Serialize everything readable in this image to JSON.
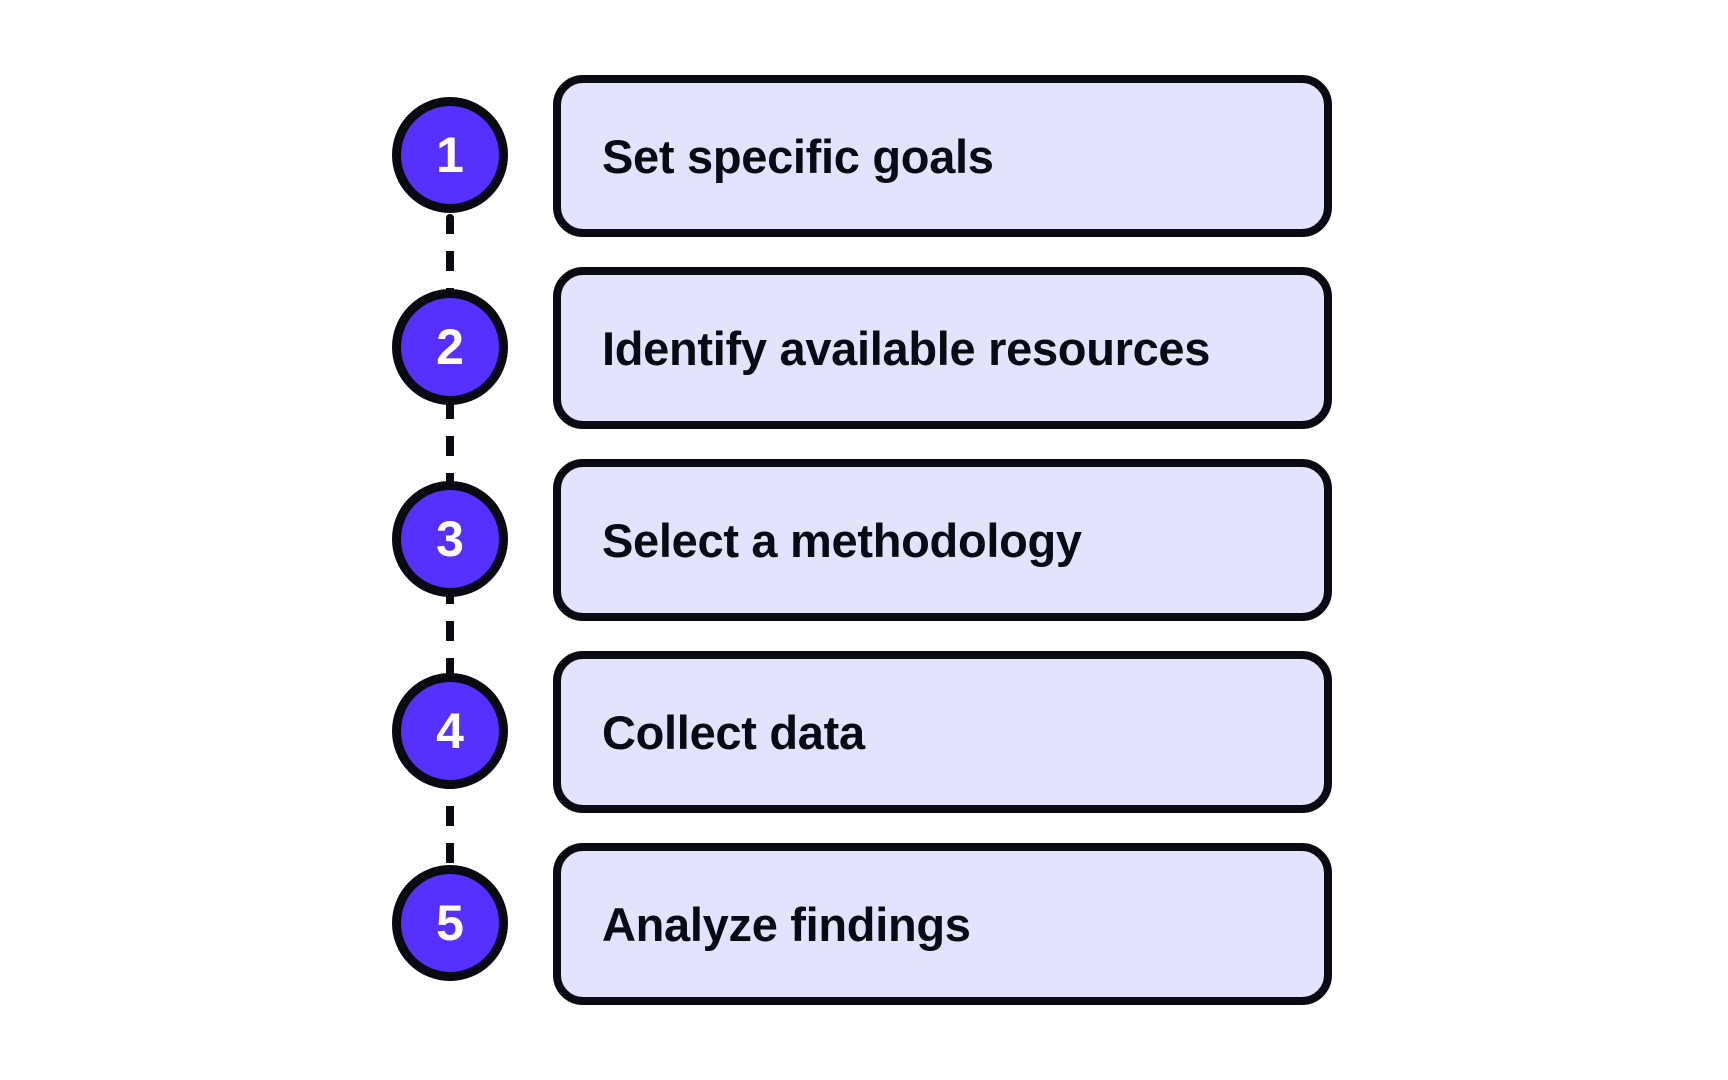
{
  "diagram": {
    "type": "numbered-process-steps",
    "colors": {
      "badge_fill": "#5530ff",
      "badge_text": "#ffffff",
      "box_fill": "#e3e3fd",
      "outline": "#0a0a12",
      "text": "#0a0a14",
      "background": "#ffffff"
    },
    "connector": "dashed-vertical-line",
    "steps": [
      {
        "number": "1",
        "label": "Set specific goals"
      },
      {
        "number": "2",
        "label": "Identify available resources"
      },
      {
        "number": "3",
        "label": "Select a methodology"
      },
      {
        "number": "4",
        "label": "Collect data"
      },
      {
        "number": "5",
        "label": "Analyze findings"
      }
    ]
  }
}
